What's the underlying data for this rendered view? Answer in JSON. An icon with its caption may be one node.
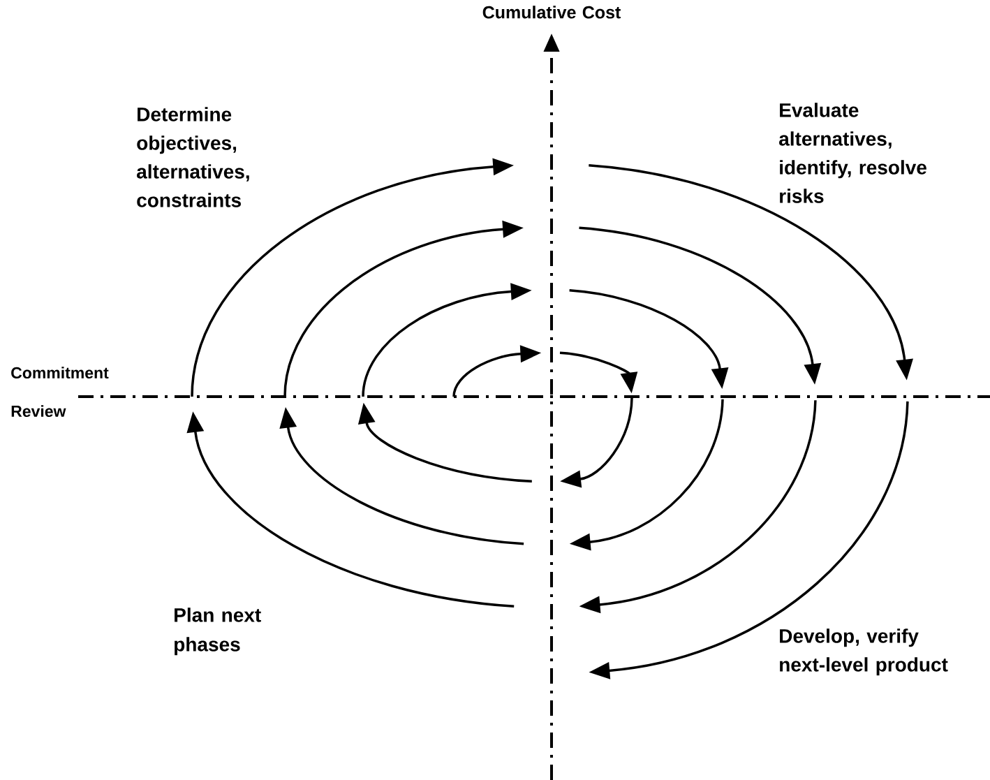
{
  "diagram": {
    "labels": [
      "Cumulative Cost",
      "Determine objectives, alternatives, constraints",
      "Evaluate alternatives, identify, resolve risks",
      "Commitment",
      "Review",
      "Plan next phases",
      "Develop, verify next-level product"
    ]
  }
}
